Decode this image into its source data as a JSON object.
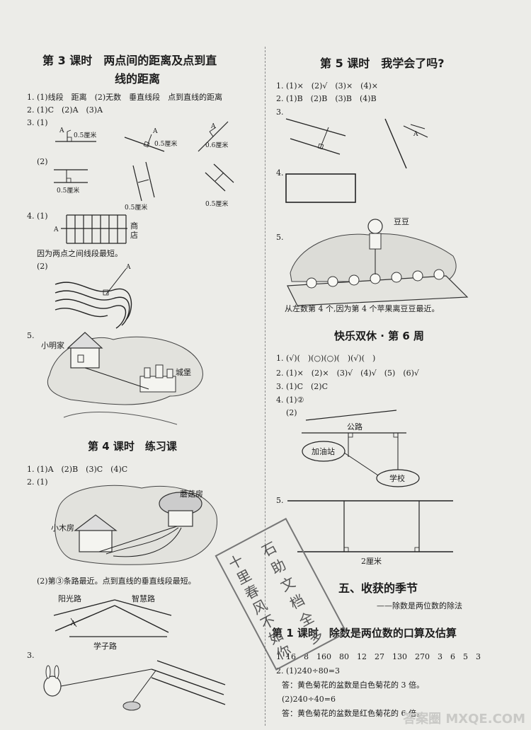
{
  "left": {
    "l3_title_a": "第 3 课时　两点间的距离及点到直",
    "l3_title_b": "线的距离",
    "q1": "1. (1)线段　距离　(2)无数　垂直线段　点到直线的距离",
    "q2": "2. (1)C　(2)A　(3)A",
    "q3": "3. (1)",
    "q3_sub2": "(2)",
    "lbl_A": "A",
    "lbl_05": "0.5厘米",
    "lbl_06": "0.6厘米",
    "q4": "4. (1)",
    "shop": "商店",
    "q4_ans": "因为两点之间线段最短。",
    "q4_sub2": "(2)",
    "q5": "5.",
    "xiaoming": "小明家",
    "castle": "城堡",
    "l4_title": "第 4 课时　练习课",
    "l4_q1": "1. (1)A　(2)B　(3)C　(4)C",
    "l4_q2": "2. (1)",
    "mushroom": "蘑菇房",
    "cabin": "小木房",
    "l4_q2_ans": "(2)第③条路最近。点到直线的垂直线段最短。",
    "road_yg": "阳光路",
    "road_zh": "智慧路",
    "road_xz": "学子路",
    "l4_q3": "3."
  },
  "right": {
    "l5_title": "第 5 课时　我学会了吗?",
    "q1": "1. (1)×　(2)√　(3)×　(4)×",
    "q2": "2. (1)B　(2)B　(3)B　(4)B",
    "q3": "3.",
    "q4": "4.",
    "q5": "5.",
    "doudou": "豆豆",
    "q5_ans": "从左数第 4 个,因为第 4 个苹果离豆豆最近。",
    "week_title": "快乐双休 · 第 6 周",
    "w1": "1. (√)(　)(○)(○)(　)(√)(　)",
    "w2": "2. (1)×　(2)×　(3)√　(4)√　(5)　(6)√",
    "w3": "3. (1)C　(2)C",
    "w4": "4. (1)②",
    "w4_sub2": "(2)",
    "road": "公路",
    "gas": "加油站",
    "school": "学校",
    "w5": "5.",
    "cm2": "2厘米",
    "unit_title": "五、收获的季节",
    "unit_sub": "——除数是两位数的除法",
    "u1_title": "第 1 课时　除数是两位数的口算及估算",
    "u1_q1": "1. 16　8　160　80　12　27　130　270　3　6　5　3",
    "u1_q2": "2. (1)240÷80=3",
    "u1_q2_ans1": "答：黄色菊花的盆数是白色菊花的 3 倍。",
    "u1_q2_b": "(2)240÷40=6",
    "u1_q2_ans2": "答：黄色菊花的盆数是红色菊花的 6 倍。"
  },
  "stamp": [
    "十",
    "里",
    "春",
    "风",
    "不",
    "如",
    "你",
    "石",
    "助",
    "文",
    "档",
    "全",
    "多"
  ],
  "watermark": "答案圈 MXQE.COM"
}
